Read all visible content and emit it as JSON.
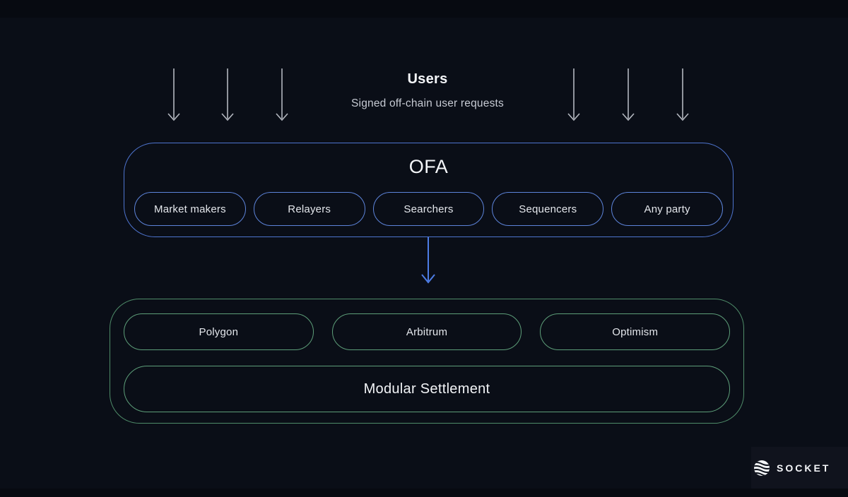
{
  "header": {
    "title": "Users",
    "subtitle": "Signed off-chain user requests"
  },
  "ofa": {
    "title": "OFA",
    "pills": [
      "Market makers",
      "Relayers",
      "Searchers",
      "Sequencers",
      "Any party"
    ]
  },
  "settlement": {
    "chains": [
      "Polygon",
      "Arbitrum",
      "Optimism"
    ],
    "label": "Modular Settlement"
  },
  "brand": {
    "name": "SOCKET",
    "icon": "socket-globe-icon"
  },
  "colors": {
    "background": "#0a0e17",
    "ofa_border": "#4e74cf",
    "ofa_pill_border": "#5d84da",
    "flow_arrow_blue": "#4d7de6",
    "settlement_border": "#4f8c69",
    "settlement_pill_border": "#5d9e79",
    "gray_arrow": "#b3b7bf",
    "text_primary": "#f4f6f9",
    "text_secondary": "#c6cad3"
  }
}
